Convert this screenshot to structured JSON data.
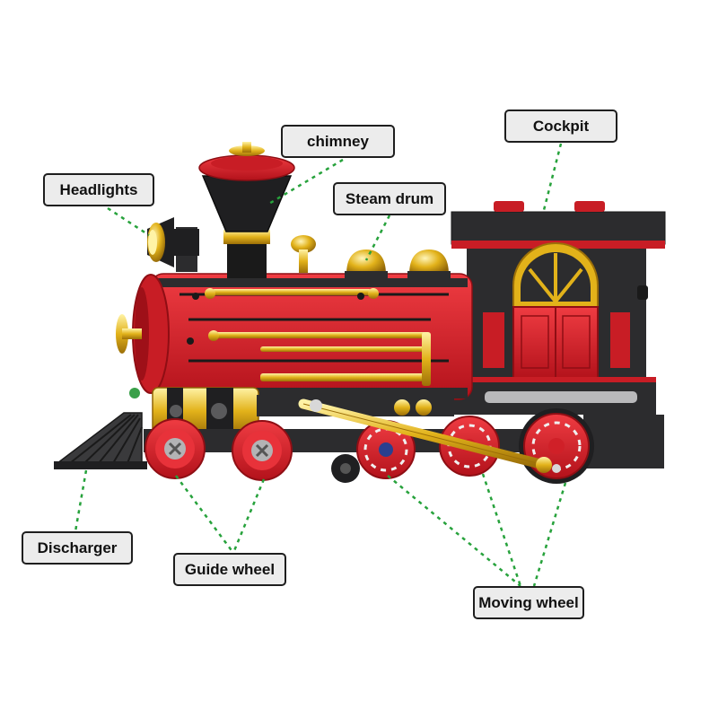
{
  "labels": {
    "headlights": "Headlights",
    "chimney": "chimney",
    "steam_drum": "Steam drum",
    "cockpit": "Cockpit",
    "discharger": "Discharger",
    "guide_wheel": "Guide wheel",
    "moving_wheel": "Moving wheel"
  },
  "colors": {
    "body_red": "#d8202a",
    "dark_gray": "#2c2c2e",
    "gold": "#e2b21a",
    "leader_line": "#27a23c",
    "label_bg": "#ececec"
  }
}
